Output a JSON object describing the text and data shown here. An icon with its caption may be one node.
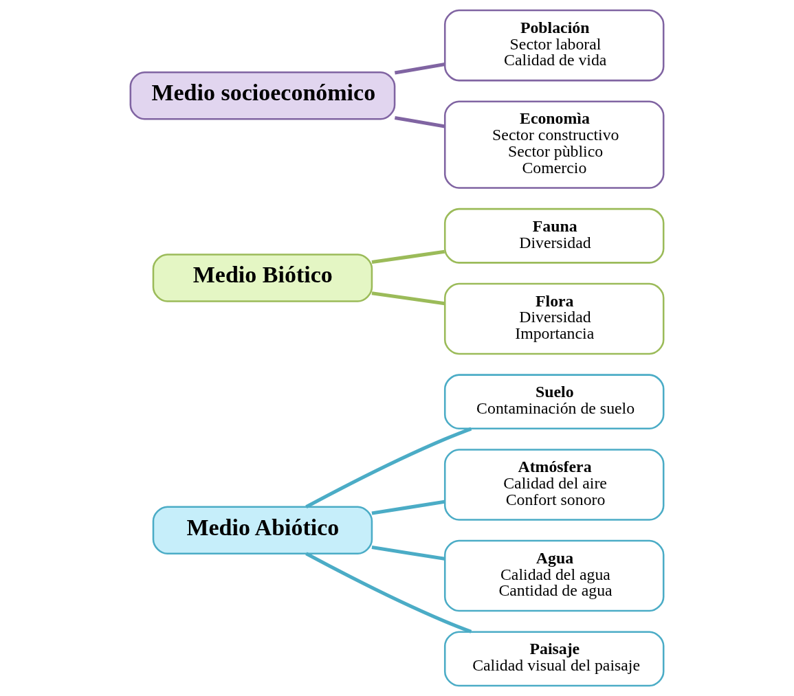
{
  "diagram": {
    "nodes": [
      {
        "text": [
          "Medio Abiótico"
        ]
      },
      {
        "text": [
          "Suelo",
          "Contaminación de suelo"
        ]
      },
      {
        "text": [
          "Atmósfera",
          "Calidad del aire",
          "Confort sonoro"
        ]
      },
      {
        "text": [
          "Agua",
          "Calidad del agua",
          "Cantidad de agua"
        ]
      },
      {
        "text": [
          "Paisaje",
          "Calidad visual del paisaje"
        ]
      },
      {
        "text": [
          "Medio Biótico"
        ]
      },
      {
        "text": [
          "Fauna",
          "Diversidad"
        ]
      },
      {
        "text": [
          "Flora",
          "Diversidad",
          "Importancia"
        ]
      },
      {
        "text": [
          "Medio socioeconómico"
        ]
      },
      {
        "text": [
          "Población",
          "Sector laboral",
          "Calidad de vida"
        ]
      },
      {
        "text": [
          "Economìa",
          "Sector constructivo",
          "Sector pùblico",
          "Comercio"
        ]
      }
    ],
    "edges": [
      {
        "from": 0,
        "to": 1,
        "arrow": "none"
      },
      {
        "from": 0,
        "to": 2,
        "arrow": "none"
      },
      {
        "from": 0,
        "to": 3,
        "arrow": "none"
      },
      {
        "from": 0,
        "to": 4,
        "arrow": "none"
      },
      {
        "from": 5,
        "to": 6,
        "arrow": "none",
        "color": "#9bbb59"
      },
      {
        "from": 5,
        "to": 7,
        "arrow": "none",
        "color": "#9bbb59"
      },
      {
        "from": 8,
        "to": 9,
        "arrow": "none",
        "color": "#8064a2"
      },
      {
        "from": 8,
        "to": 10,
        "arrow": "none",
        "color": "#8064a2"
      }
    ]
  }
}
